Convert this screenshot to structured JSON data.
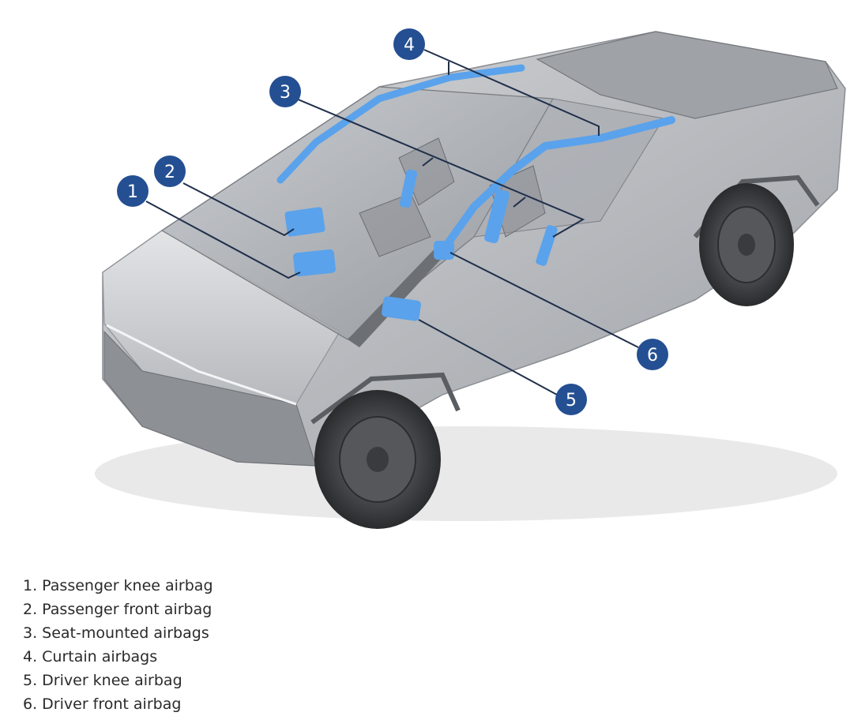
{
  "callouts": [
    {
      "number": "1"
    },
    {
      "number": "2"
    },
    {
      "number": "3"
    },
    {
      "number": "4"
    },
    {
      "number": "5"
    },
    {
      "number": "6"
    }
  ],
  "legend": {
    "items": [
      "1. Passenger knee airbag",
      "2. Passenger front airbag",
      "3. Seat-mounted airbags",
      "4. Curtain airbags",
      "5. Driver knee airbag",
      "6. Driver front airbag"
    ]
  },
  "colors": {
    "callout_fill": "#244f92",
    "airbag_blue": "#5aa2ec",
    "body_silver": "#b9bcc0",
    "tire": "#2f3032"
  }
}
